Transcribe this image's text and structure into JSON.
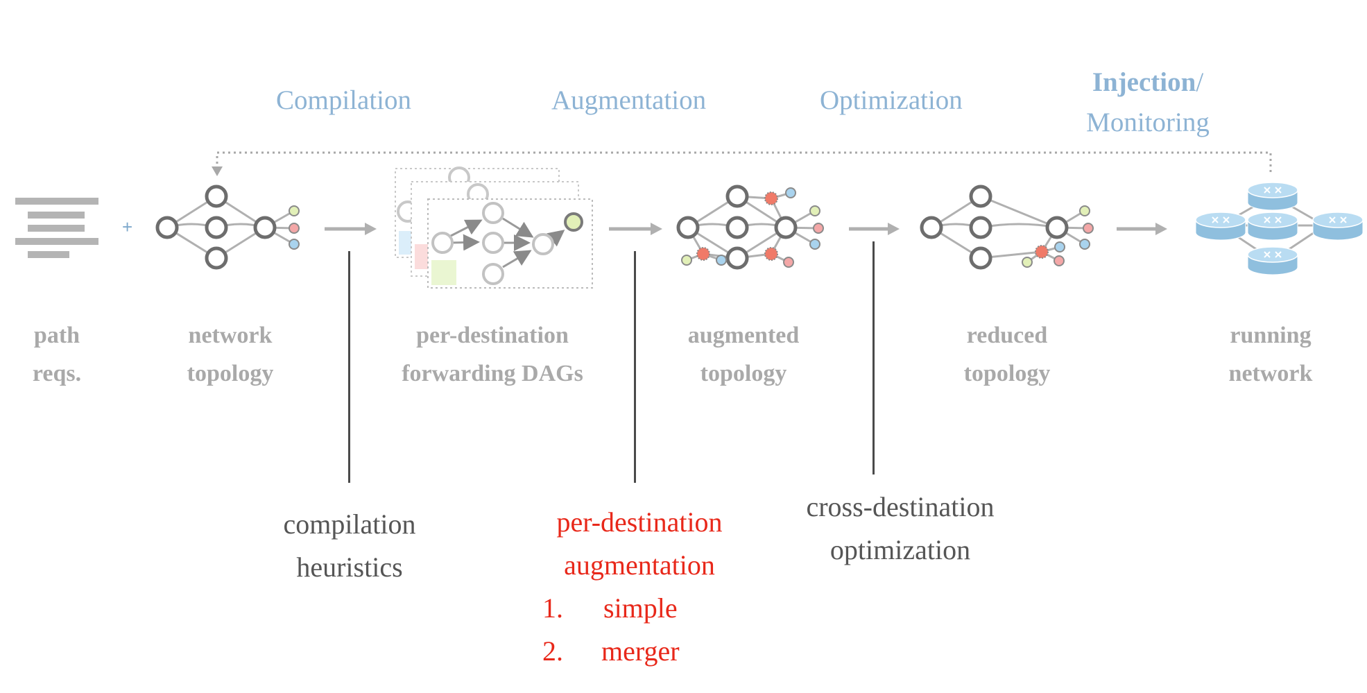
{
  "stages": {
    "compilation": "Compilation",
    "augmentation": "Augmentation",
    "optimization": "Optimization",
    "injection": "Injection",
    "injection_sep": "/",
    "monitoring": "Monitoring"
  },
  "plus_sign": "+",
  "labels": {
    "path_reqs": [
      "path",
      "reqs."
    ],
    "network_topology": [
      "network",
      "topology"
    ],
    "per_destination_dags": [
      "per-destination",
      "forwarding DAGs"
    ],
    "augmented_topology": [
      "augmented",
      "topology"
    ],
    "reduced_topology": [
      "reduced",
      "topology"
    ],
    "running_network": [
      "running",
      "network"
    ]
  },
  "steps": {
    "compilation": [
      "compilation",
      "heuristics"
    ],
    "augmentation": {
      "title": [
        "per-destination",
        "augmentation"
      ],
      "items": [
        {
          "num": "1.",
          "text": "simple"
        },
        {
          "num": "2.",
          "text": "merger"
        }
      ]
    },
    "optimization": [
      "cross-destination",
      "optimization"
    ]
  },
  "colors": {
    "stage_blue": "#8db3d4",
    "label_gray": "#a9a9a9",
    "step_gray": "#555555",
    "step_red": "#e8281a",
    "node_dark": "#6d6d6d",
    "edge_gray": "#b0b0b0",
    "green": "#e2f0b8",
    "pink": "#f4a7a7",
    "blue": "#a9d3ee",
    "added_node": "#f07a68",
    "router": "#9fcbe6"
  }
}
